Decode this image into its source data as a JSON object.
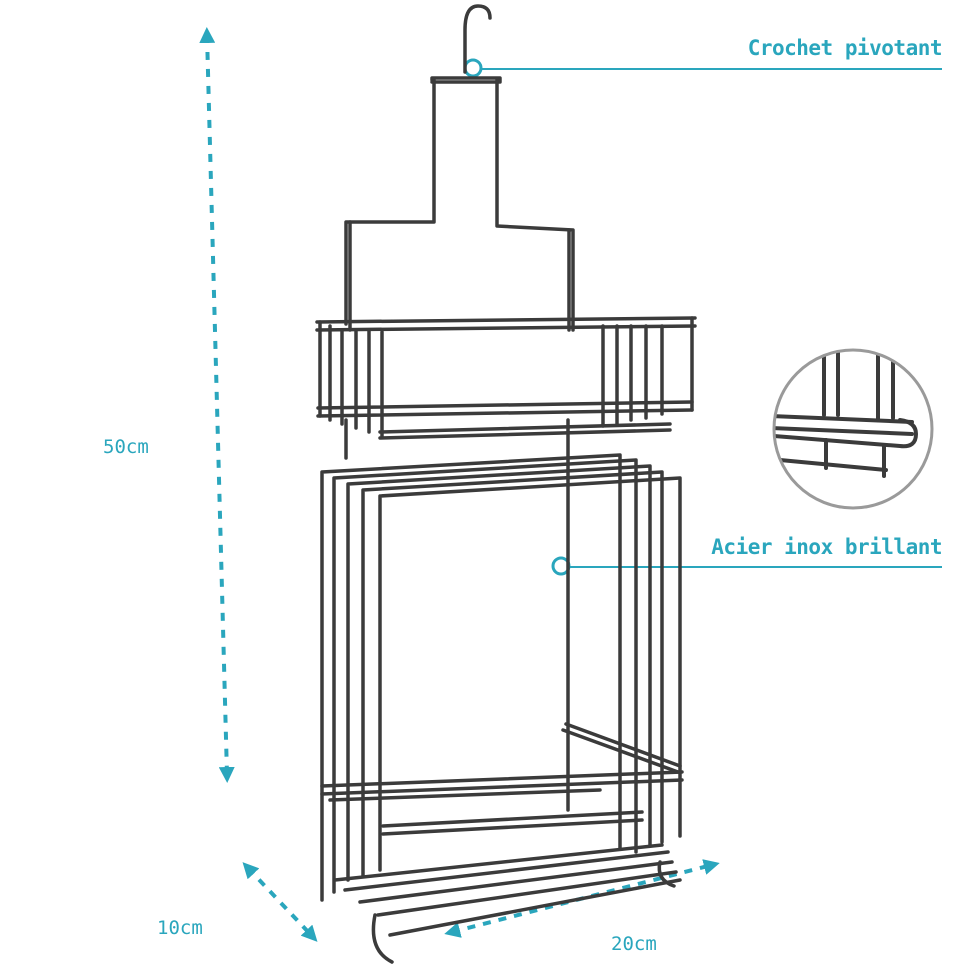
{
  "callouts": {
    "hook": "Crochet pivotant",
    "steel": "Acier inox brillant"
  },
  "dimensions": {
    "height": "50cm",
    "depth": "10cm",
    "width": "20cm"
  },
  "colors": {
    "accent": "#2aa6bd",
    "wire": "#3b3b3b"
  },
  "icons": {
    "detail": "wire-corner-detail-zoom"
  }
}
